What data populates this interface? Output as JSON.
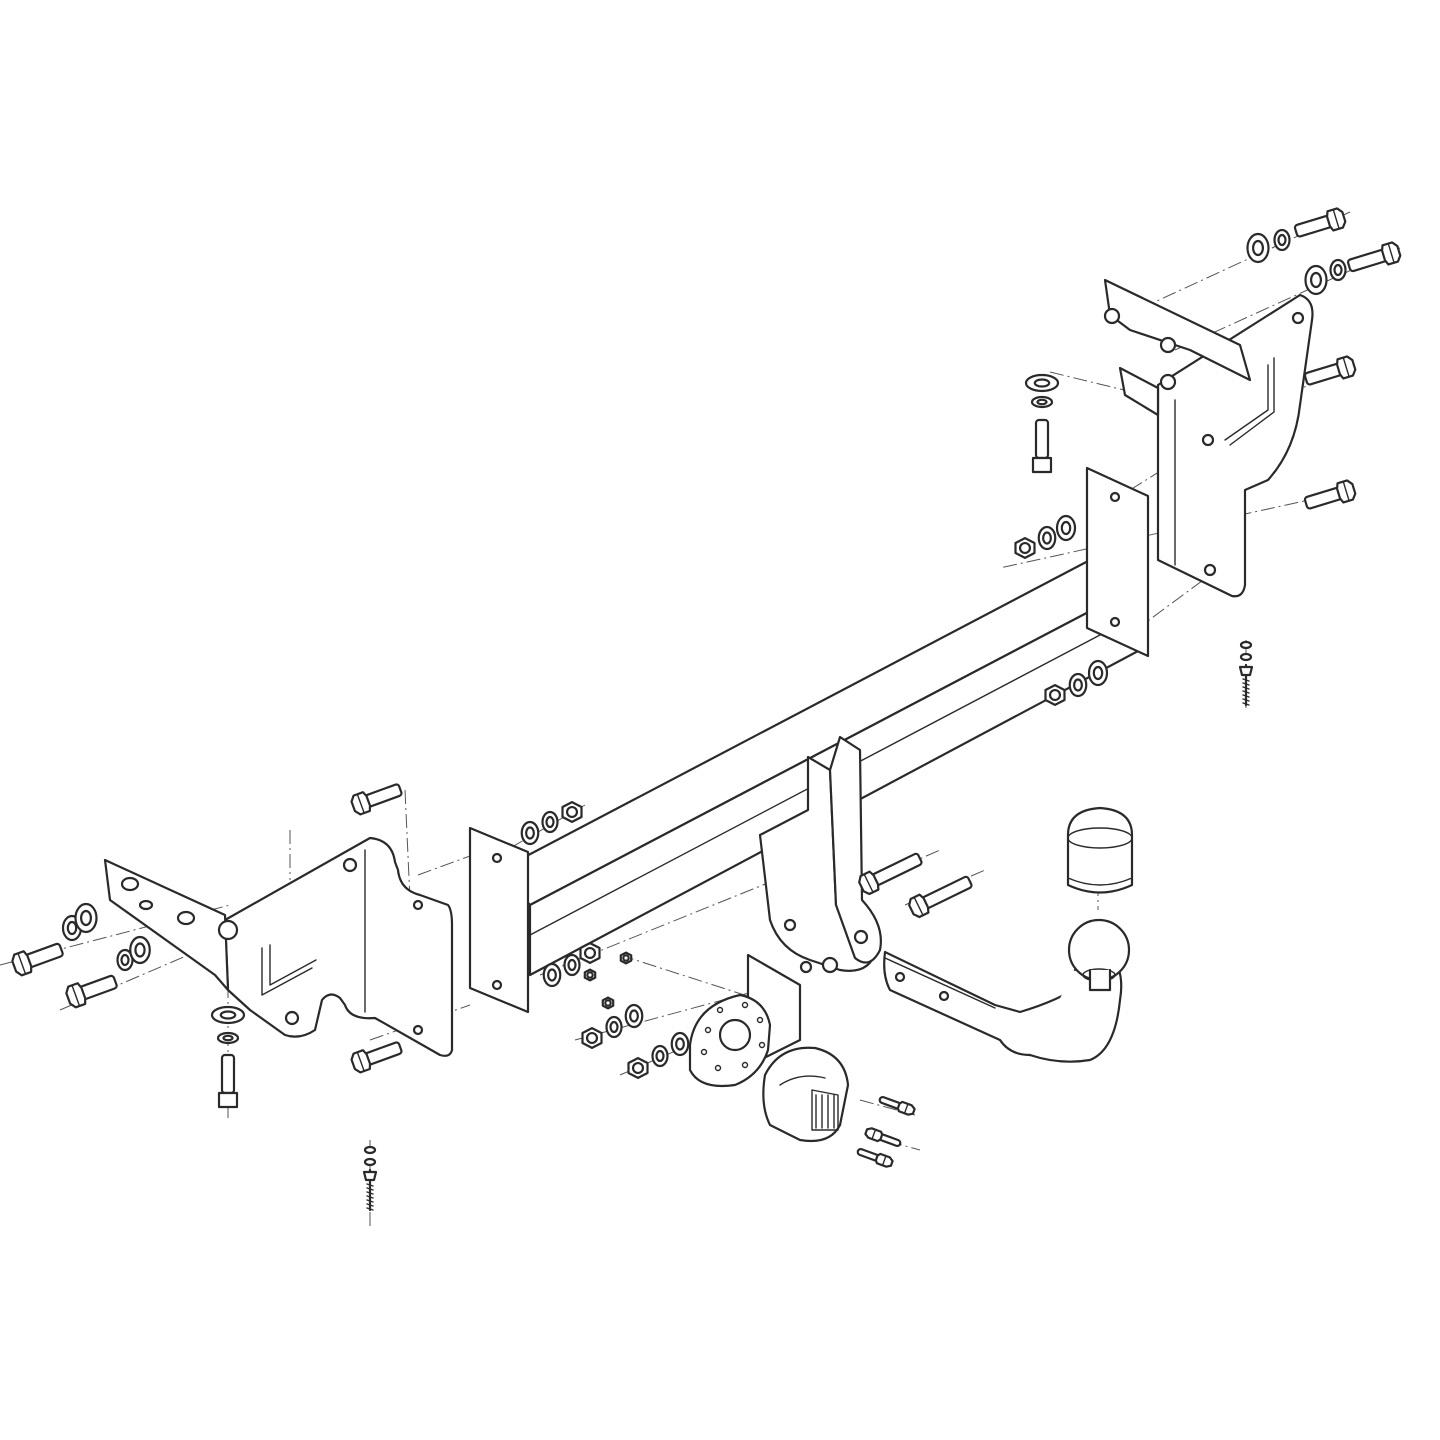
{
  "drawing": {
    "background": "#ffffff",
    "line_color": "#2a2a2a",
    "center_line_color": "#555555"
  },
  "parts": [
    {
      "name": "crossbar-tube"
    },
    {
      "name": "left-mounting-bracket"
    },
    {
      "name": "right-mounting-bracket"
    },
    {
      "name": "tow-ball-arm"
    },
    {
      "name": "tow-ball-cap"
    },
    {
      "name": "socket-plate"
    },
    {
      "name": "electrical-socket"
    },
    {
      "name": "hex-bolts"
    },
    {
      "name": "washers"
    },
    {
      "name": "hex-nuts"
    },
    {
      "name": "studs"
    }
  ]
}
